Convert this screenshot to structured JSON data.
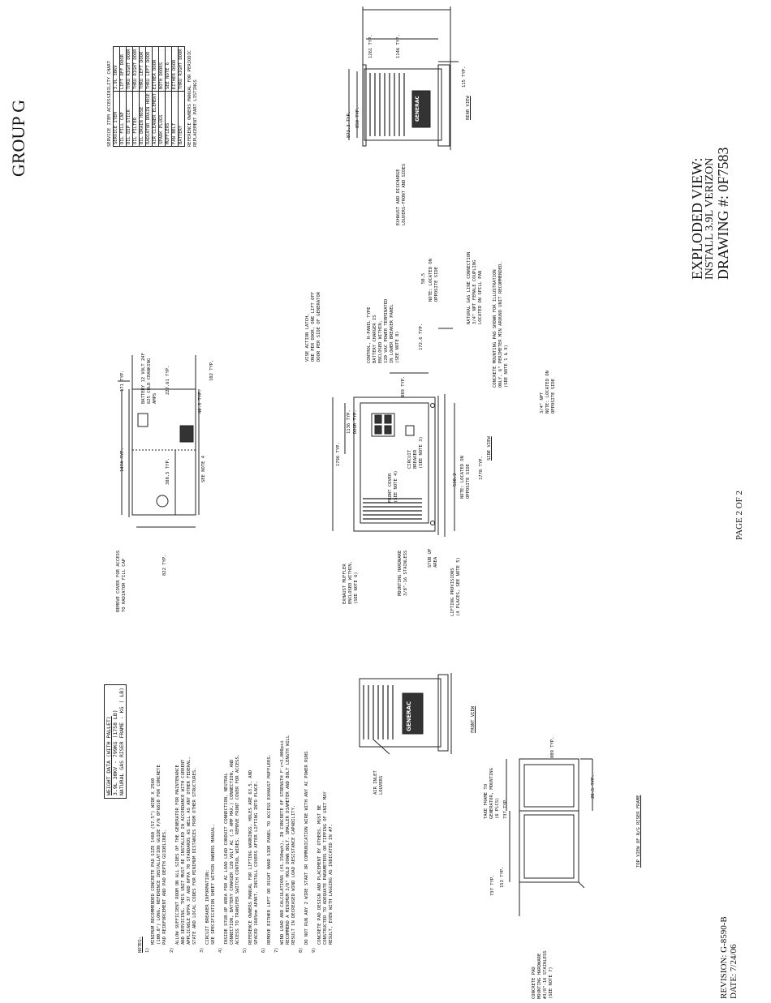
{
  "header": {
    "group": "GROUP G",
    "page": "PAGE 2 OF 2",
    "revision": "REVISION: G-8590-B",
    "date": "DATE: 7/24/06",
    "title": "EXPLODED VIEW:",
    "subtitle": "INSTALL 3.9L VERIZON",
    "drawing": "DRAWING #: 0F7583"
  },
  "chart": {
    "title": "SERVICE ITEM ACCESSIBILITY CHART",
    "col1": "SERVICE ITEM",
    "col2": "3.9L 30KV",
    "rows": [
      {
        "item": "OIL FILL CAP",
        "access": "LIFT OFF DOOR"
      },
      {
        "item": "OIL DIP STICK",
        "access": "THRU RIGHT DOOR"
      },
      {
        "item": "OIL FILTER",
        "access": "THRU RIGHT DOOR"
      },
      {
        "item": "OIL DRAIN HOSE",
        "access": "THRU LEFT DOOR"
      },
      {
        "item": "RADIATOR DRAIN HOSE",
        "access": "THRU LEFT DOOR"
      },
      {
        "item": "AIR CLEANER ELEMENT",
        "access": "EITHER DOOR"
      },
      {
        "item": "SPARK PLUGS",
        "access": "BOTH DOORS"
      },
      {
        "item": "MUFFLERS",
        "access": "SEE NOTE 6"
      },
      {
        "item": "FAN BELT",
        "access": "EITHER DOOR"
      },
      {
        "item": "BATTERY",
        "access": "THRU RIGHT DOOR"
      }
    ],
    "reference": [
      "REFERENCE OWNERS MANUAL FOR PERIODIC",
      "REPLACEMENT PART LISTINGS"
    ]
  },
  "rear_view": {
    "label": "REAR VIEW",
    "dim1261": "1261 TYP.",
    "dim1146": "1146 TYP.",
    "dim115": "115 TYP.",
    "dim8733": "873.3 TYP.",
    "dim850": "850 TYP.",
    "louvers": [
      "EXHAUST AND DISCHARGE",
      "LOUVERS-FRONT AND SIDES"
    ]
  },
  "top_view": {
    "dim171": "171 TYP.",
    "dim1474": "1474 TYP.",
    "dim22761": "227.61 TYP.",
    "dim3885": "388.5 TYP.",
    "dim822": "822 TYP.",
    "dim403": "40.3 TYP.",
    "dim102": "102 TYP.",
    "battery": [
      "BATTERY 12 VOLT 24F",
      "625 COLD CRANKING",
      "AMPS"
    ],
    "see_note4": "SEE NOTE 4",
    "remove_cover": [
      "REMOVE COVER FOR ACCESS",
      "TO RADIATOR FILL CAP"
    ]
  },
  "side_view": {
    "label": "SIDE VIEW",
    "dim1796": "1796 TYP.",
    "dim1136": "1136 TYP.",
    "door_typ": "DOOR TYP.",
    "dim889": "889 TYP.",
    "dim1726": "172.6 TYP.",
    "dim1778": "1778 TYP.",
    "vise": [
      "VISE ACTION LATCH,",
      "ONE PER DOOR, ONE LIFT OFF",
      "DOOR PER SIDE OF GENERATOR"
    ],
    "control": [
      "CONTROL, H-PANEL TYPE",
      "BATTERY CHARGER IS",
      "ENCLOSED WITHIN,",
      "120 VAC POWER TERMINATED",
      "IN LOWER BREAKER PANEL",
      "(SEE NOTE 8)"
    ],
    "dim505": "50.5",
    "note_opp1": [
      "NOTE: LOCATED ON",
      "OPPOSITE SIDE"
    ],
    "gas": [
      "NATURAL GAS LINE CONNECTION",
      "3/4\" NPT FEMALE COUPLING",
      "LOCATED ON SPILL PAN"
    ],
    "pad": [
      "CONCRETE MOUNTING PAD SHOWN FOR ILLUSTRATION",
      "ONLY, 6\" PERIMETER MIN AROUND UNIT RECOMMENDED.",
      "(SEE NOTE 1 & 9)"
    ],
    "npt": [
      "3/4\" NPT",
      "NOTE: LOCATED ON",
      "OPPOSITE SIDE"
    ],
    "front_cover": [
      "FRONT COVER",
      "(SEE NOTE 4)"
    ],
    "breaker": [
      "CIRCUIT",
      "BREAKER",
      "(SEE NOTE 3)"
    ],
    "dim5302": "530.2",
    "note_opp2": [
      "NOTE: LOCATED ON",
      "OPPOSITE SIDE"
    ],
    "muffler": [
      "EXHAUST MUFFLER",
      "ENCLOSED WITHIN,",
      "(SEE NOTE 6)"
    ],
    "mounting": [
      "MOUNTING HARDWARE",
      "3/8\"-16 STAINLESS"
    ],
    "stub": [
      "STUB UP",
      "AREA"
    ],
    "lifting": [
      "LIFTING PROVISIONS",
      "(4 PLACES, SEE NOTE 5)"
    ]
  },
  "weight": {
    "title": "WEIGHT DATA (WITH PALLET)",
    "line1": "3.9L 30KV - 799KG (1758 LB)",
    "line2": "NATURAL GAS RISER FRAME - KG ( LB)"
  },
  "notes": {
    "title": "NOTES:",
    "items": [
      [
        "1)",
        "MINIMUM RECOMMENDED CONCRETE PAD SIZE 1460 (57.5\") WIDE X 2560",
        "(100.8\") LONG. REFERENCE INSTALLATION GUIDE P/N 0F6810 FOR CONCRETE",
        "PAD REINFORCEMENT AND PAD DEPTH GUIDELINES."
      ],
      [
        "2)",
        "ALLOW SUFFICIENT ROOM ON ALL SIDES OF THE GENERATOR FOR MAINTENANCE",
        "AND SERVICING. THIS UNIT MUST BE INSTALLED IN ACCORDANCE WITH CURRENT",
        "APPLICABLE NFPA 37 AND NFPA 70 STANDARDS AS WELL AS ANY OTHER FEDERAL,",
        "STATE AND LOCAL CODES FOR MINIMUM DISTANCES FROM OTHER STRUCTURES."
      ],
      [
        "3)",
        "CIRCUIT BREAKER INFORMATION:",
        "SEE SPECIFICATION SHEET WITHIN OWNERS MANUAL."
      ],
      [
        "4)",
        "INSIDE STUB-UP AREA FOR AC LOAD LEAD CONDUIT CONNECTION, NEUTRAL",
        "CONNECTION, BATTERY CHARGER 120 VOLT AC (.5 AMP MAX.) CONNECTION, AND",
        "ACCESS TO TRANSFER SWITCH CONTROL WIRES. REMOVE FRONT COVER FOR ACCESS."
      ],
      [
        "5)",
        "REFERENCE OWNERS MANUAL FOR LIFTING WARNINGS. HOLES ARE 63.5, AND",
        "SPACED 1685mm APART. INSTALL COVERS AFTER LIFTING INTO PLACE."
      ],
      [
        "6)",
        "REMOVE EITHER LEFT OR RIGHT HAND SIDE PANEL TO ACCESS EXHAUST MUFFLERS."
      ],
      [
        "7)",
        "WIND LOAD AND CALCULATIONS (41.150mph), IN CONCRETE OF STRENGTH F'c=3,000psi",
        "RECOMMEND A MINIMUM 3/8\" HOLD DOWN BOLT. SMALLER DIAMETER AND BOLT LENGTH WILL",
        "RESULT IN DECREASED WIND LOAD RESISTANCE CAPABILITY."
      ],
      [
        "8)",
        "DO NOT RUN ANY 2 WIRE START OR COMMUNICATION WIRE WITH ANY AC POWER RUNS"
      ],
      [
        "9)",
        "CONCRETE PAD DESIGN AND PLACEMENT BY OTHERS. MUST BE",
        "CONSTRUCTED TO ADEQUATE PARAMETERS OR TIPPING OF UNIT MAY",
        "RESULT, EVEN WITH LAGGING AS INDICATED IN #7."
      ]
    ]
  },
  "front_view": {
    "label": "FRONT VIEW",
    "air_inlet": [
      "AIR INLET",
      "LOUVERS"
    ]
  },
  "riser": {
    "label": "TOP VIEW OF N/G RISER FRAME",
    "dim737a": "737 TYP.",
    "dim152": "152 TYP.",
    "dim737b": "737 TYP.",
    "take_frame": [
      "TAKE FRAME TO",
      "GENERATOR, MOUNTING",
      "(6 PLCS)"
    ],
    "dim809": "809 TYP.",
    "dim205": "20.5 TYP.",
    "pad_hw": [
      "CONCRETE PAD",
      "MOUNTING HARDWARE",
      "#3/8\"-16 STAINLESS",
      "(SEE NOTE 7)"
    ]
  },
  "brand": "GENERAC"
}
